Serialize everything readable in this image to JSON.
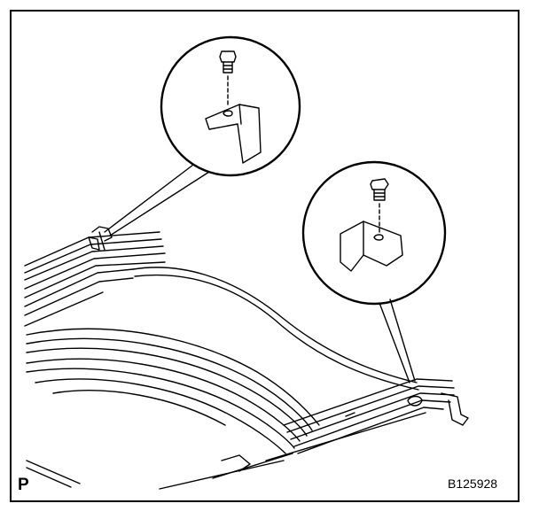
{
  "figure": {
    "corner_label": "P",
    "code": "B125928"
  },
  "colors": {
    "ink": "#000000",
    "paper": "#ffffff"
  },
  "callouts": [
    {
      "name": "left-detail",
      "parts": [
        "bolt",
        "bracket"
      ]
    },
    {
      "name": "right-detail",
      "parts": [
        "bolt",
        "bracket"
      ]
    }
  ]
}
